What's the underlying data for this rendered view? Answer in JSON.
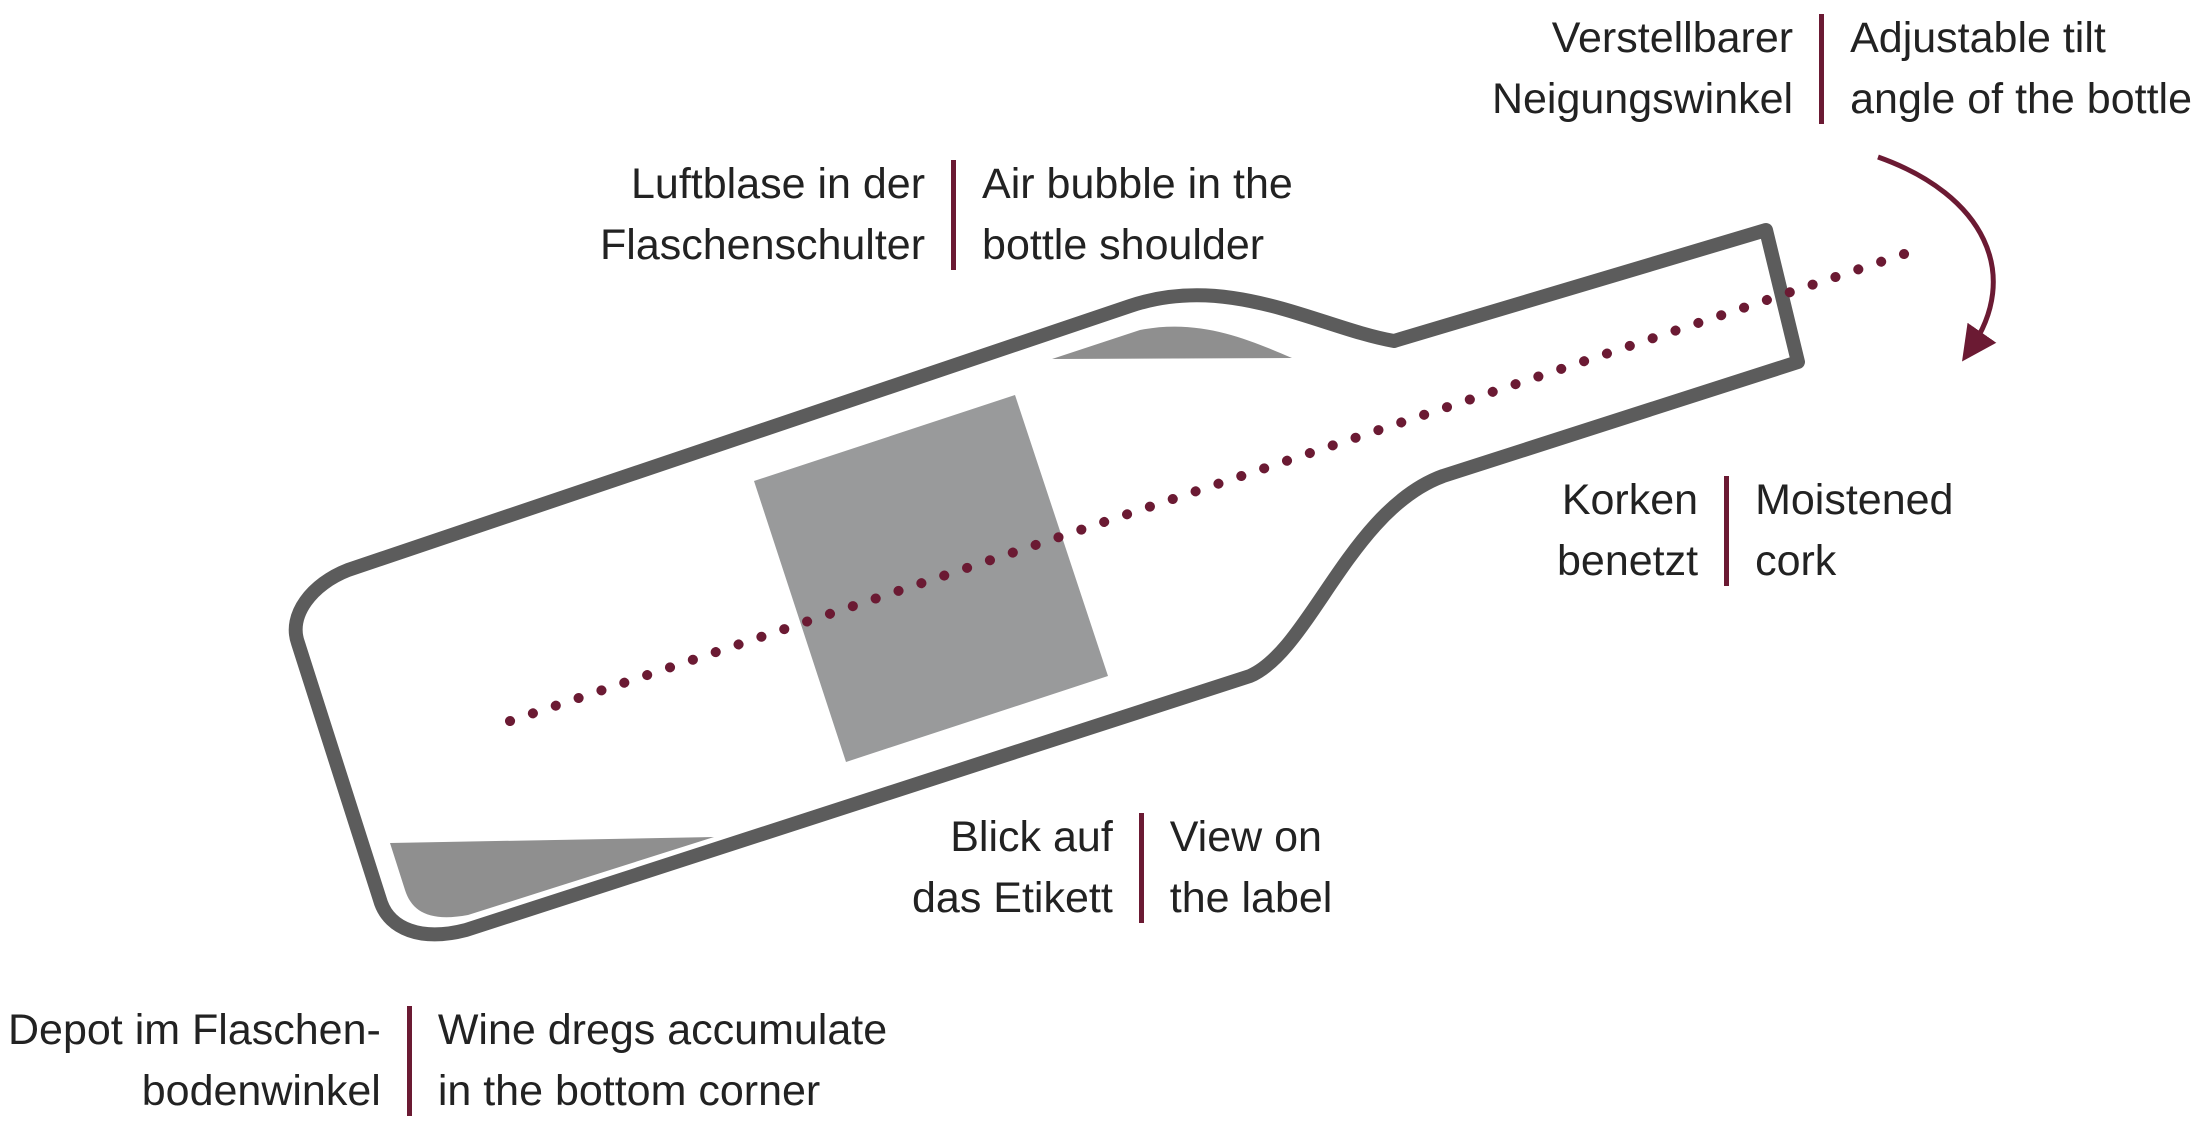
{
  "colors": {
    "accent": "#6b1a33",
    "outline": "#5c5c5c",
    "fill": "#999a9b",
    "text": "#222222"
  },
  "callouts": {
    "tilt": {
      "de": "Verstellbarer\nNeigungswinkel",
      "en": "Adjustable tilt\nangle of the bottle"
    },
    "bubble": {
      "de": "Luftblase in der\nFlaschenschulter",
      "en": "Air bubble in the\nbottle shoulder"
    },
    "cork": {
      "de": "Korken\nbenetzt",
      "en": "Moistened\ncork"
    },
    "label": {
      "de": "Blick auf\ndas Etikett",
      "en": "View on\nthe label"
    },
    "dregs": {
      "de": "Depot im Flaschen-\nbodenwinkel",
      "en": "Wine dregs accumulate\nin the bottom corner"
    }
  }
}
